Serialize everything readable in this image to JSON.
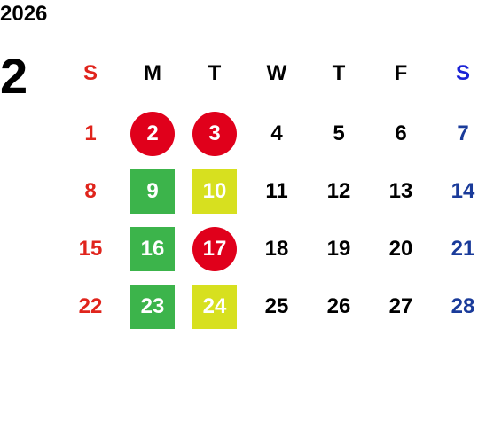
{
  "calendar": {
    "year": "2026",
    "month": "2",
    "weekdays": [
      "S",
      "M",
      "T",
      "W",
      "T",
      "F",
      "S"
    ],
    "weeks": [
      [
        "1",
        "2",
        "3",
        "4",
        "5",
        "6",
        "7"
      ],
      [
        "8",
        "9",
        "10",
        "11",
        "12",
        "13",
        "14"
      ],
      [
        "15",
        "16",
        "17",
        "18",
        "19",
        "20",
        "21"
      ],
      [
        "22",
        "23",
        "24",
        "25",
        "26",
        "27",
        "28"
      ]
    ],
    "marks": [
      {
        "week": 0,
        "day": 1,
        "type": "circle",
        "color": "#e0001b"
      },
      {
        "week": 0,
        "day": 2,
        "type": "circle",
        "color": "#e0001b"
      },
      {
        "week": 1,
        "day": 1,
        "type": "square",
        "color": "#3cb44b"
      },
      {
        "week": 1,
        "day": 2,
        "type": "square",
        "color": "#d7e01f"
      },
      {
        "week": 2,
        "day": 1,
        "type": "square",
        "color": "#3cb44b"
      },
      {
        "week": 2,
        "day": 2,
        "type": "circle",
        "color": "#e0001b"
      },
      {
        "week": 3,
        "day": 1,
        "type": "square",
        "color": "#3cb44b"
      },
      {
        "week": 3,
        "day": 2,
        "type": "square",
        "color": "#d7e01f"
      }
    ],
    "colors": {
      "sunday": "#e0241c",
      "saturday": "#1a3b9a",
      "saturday_header": "#1a22d6",
      "weekday": "#000000"
    }
  }
}
